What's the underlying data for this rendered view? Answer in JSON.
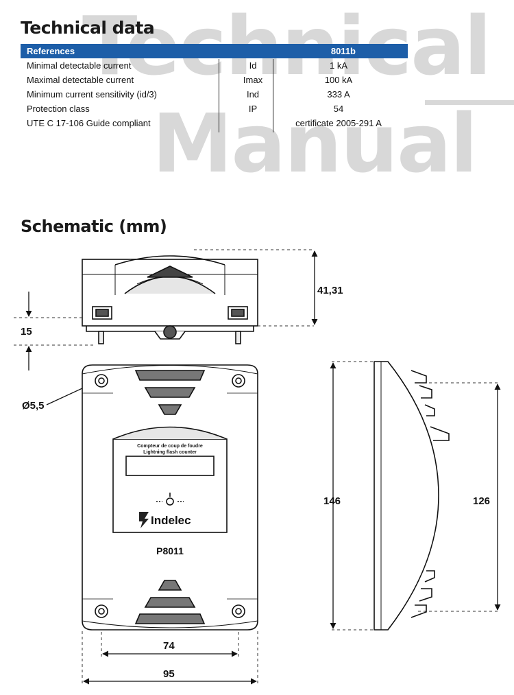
{
  "watermark": {
    "line1": "Technical",
    "line2": "Manual"
  },
  "section_technical": "Technical data",
  "table": {
    "header": {
      "label": "References",
      "value": "8011b"
    },
    "rows": [
      {
        "label": "Minimal detectable current",
        "symbol": "Id",
        "value": "1 kA"
      },
      {
        "label": "Maximal detectable current",
        "symbol": "Imax",
        "value": "100 kA"
      },
      {
        "label": "Minimum current sensitivity (id/3)",
        "symbol": "Ind",
        "value": "333 A"
      },
      {
        "label": "Protection class",
        "symbol": "IP",
        "value": "54"
      },
      {
        "label": "UTE C 17-106 Guide compliant",
        "symbol": "",
        "value": "certificate 2005-291 A"
      }
    ]
  },
  "section_schematic": "Schematic (mm)",
  "schematic": {
    "dim_height_top": "41,31",
    "dim_mount": "15",
    "dim_hole": "Ø5,5",
    "dim_side_total": "146",
    "dim_side_inner": "126",
    "dim_hole_spacing": "74",
    "dim_width": "95",
    "panel_line1": "Compteur de coup de foudre",
    "panel_line2": "Lightning flash counter",
    "brand": "Indelec",
    "model": "P8011"
  },
  "colors": {
    "header_blue": "#1d5ea8",
    "watermark_gray": "#d8d8d8"
  }
}
